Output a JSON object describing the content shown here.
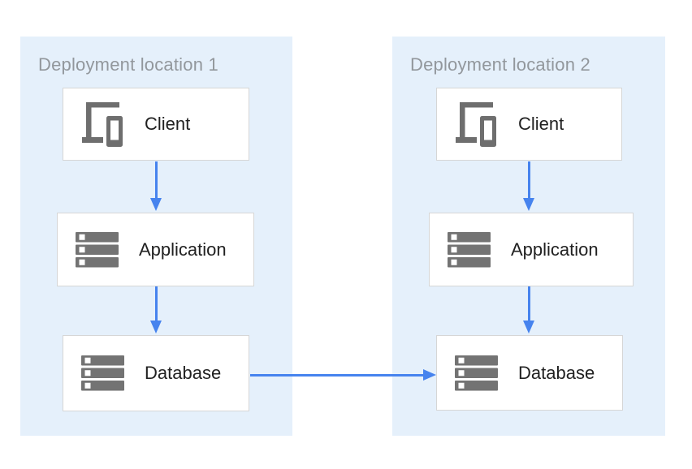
{
  "diagram": {
    "panels": [
      {
        "title": "Deployment location 1",
        "nodes": [
          {
            "label": "Client",
            "icon": "devices-icon"
          },
          {
            "label": "Application",
            "icon": "server-stack-icon"
          },
          {
            "label": "Database",
            "icon": "server-stack-icon"
          }
        ]
      },
      {
        "title": "Deployment location 2",
        "nodes": [
          {
            "label": "Client",
            "icon": "devices-icon"
          },
          {
            "label": "Application",
            "icon": "server-stack-icon"
          },
          {
            "label": "Database",
            "icon": "server-stack-icon"
          }
        ]
      }
    ],
    "connections": [
      {
        "from": "Client",
        "to": "Application",
        "location": "Deployment location 1"
      },
      {
        "from": "Application",
        "to": "Database",
        "location": "Deployment location 1"
      },
      {
        "from": "Client",
        "to": "Application",
        "location": "Deployment location 2"
      },
      {
        "from": "Application",
        "to": "Database",
        "location": "Deployment location 2"
      },
      {
        "from": "Database (location 1)",
        "to": "Database (location 2)",
        "location": "cross-location"
      }
    ],
    "colors": {
      "panel_bg": "#E5F0FB",
      "box_bg": "#FFFFFF",
      "box_border": "#D6D6D6",
      "title_text": "#92979C",
      "label_text": "#212121",
      "icon_gray": "#6E6E6E",
      "arrow_blue": "#4683EE"
    }
  }
}
